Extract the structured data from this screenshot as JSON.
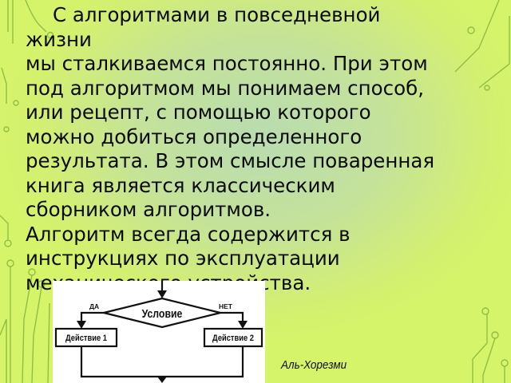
{
  "slide": {
    "paragraph_lines": [
      "С алгоритмами в повседневной",
      "жизни",
      "мы сталкиваемся постоянно. При этом",
      "под алгоритмом мы понимаем способ,",
      "или рецепт, с помощью которого",
      "можно добиться определенного",
      "результата. В этом смысле поваренная",
      "книга является классическим",
      "сборником алгоритмов.",
      "Алгоритм всегда содержится в",
      "инструкциях по эксплуатации",
      "механического устройства."
    ],
    "flowchart": {
      "condition_label": "Условие",
      "yes_label": "ДА",
      "no_label": "НЕТ",
      "action1_label": "Действие 1",
      "action2_label": "Действие 2"
    },
    "caption": "Аль-Хорезми"
  },
  "colors": {
    "background_center": "#b9dcb0",
    "background_edge": "#d6f46a",
    "circuit_lines": "#7fae3a",
    "text": "#0a0a0a"
  }
}
